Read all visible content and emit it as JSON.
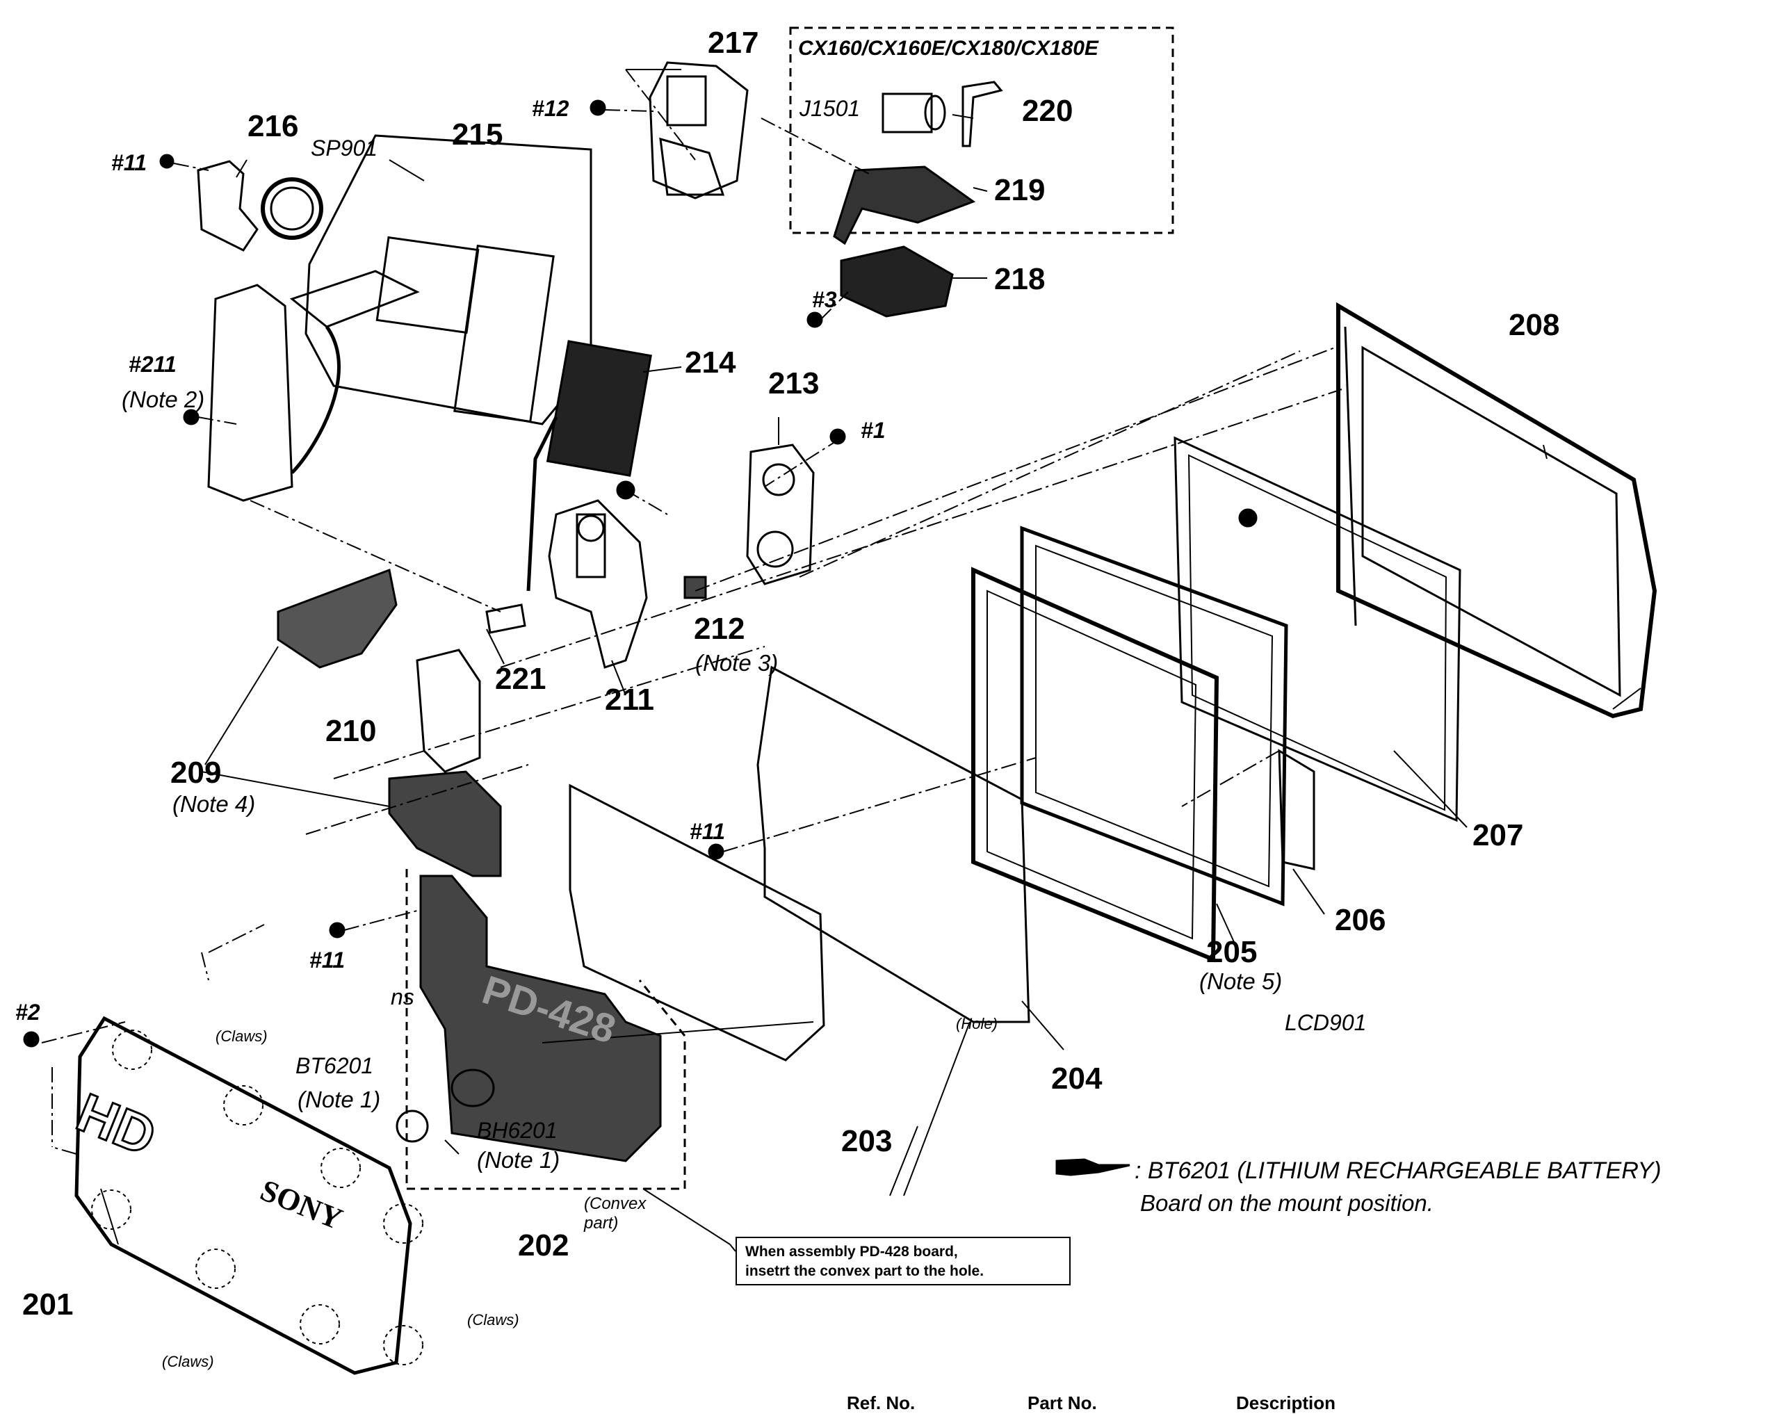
{
  "variant_box_title": "CX160/CX160E/CX180/CX180E",
  "part_numbers": {
    "p201": "201",
    "p202": "202",
    "p203": "203",
    "p204": "204",
    "p205": "205",
    "p206": "206",
    "p207": "207",
    "p208": "208",
    "p209": "209",
    "p210": "210",
    "p211": "211",
    "p212": "212",
    "p213": "213",
    "p214": "214",
    "p215": "215",
    "p216": "216",
    "p217": "217",
    "p218": "218",
    "p219": "219",
    "p220": "220",
    "p221": "221"
  },
  "screw_labels": {
    "s1": "#1",
    "s2": "#2",
    "s3": "#3",
    "s11_a": "#11",
    "s11_b": "#11",
    "s11_top": "#11",
    "s12": "#12",
    "s211": "#211"
  },
  "notes": {
    "note1_bt": "(Note 1)",
    "note1_bh": "(Note 1)",
    "note2": "(Note 2)",
    "note3": "(Note 3)",
    "note4": "(Note 4)",
    "note5": "(Note 5)"
  },
  "ref_labels": {
    "sp901": "SP901",
    "j1501": "J1501",
    "bt6201": "BT6201",
    "bh6201": "BH6201",
    "lcd9": "LCD901",
    "ns": "ns",
    "board_text": "PD-428"
  },
  "annotations": {
    "claws_top": "(Claws)",
    "claws_bottom": "(Claws)",
    "claws_right": "(Claws)",
    "hole": "(Hole)",
    "convex": "(Convex",
    "convex2": "part)"
  },
  "front_cover": {
    "hd_text": "HD",
    "brand_text": "SONY"
  },
  "legend": {
    "line1": ": BT6201 (LITHIUM RECHARGEABLE BATTERY)",
    "line2": "Board on the mount position."
  },
  "callout": {
    "line1": "When assembly PD-428 board,",
    "line2": "insetrt the convex part to the hole."
  },
  "table_header": {
    "ref": "Ref. No.",
    "part": "Part No.",
    "desc": "Description"
  }
}
